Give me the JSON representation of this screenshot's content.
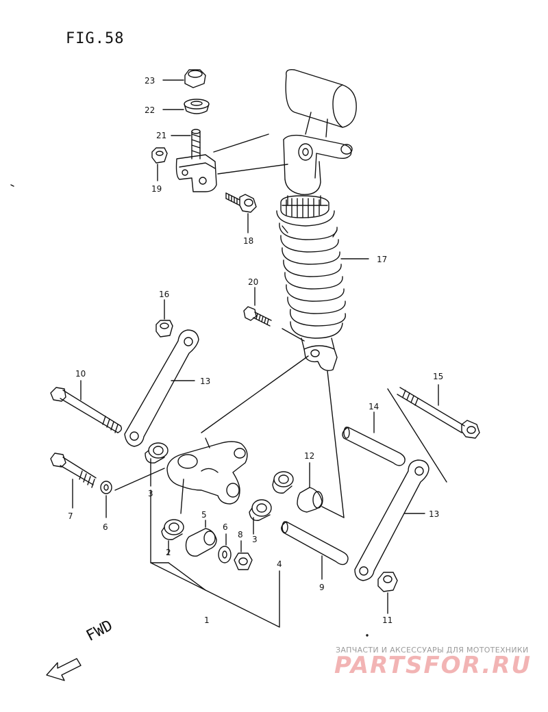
{
  "figure": {
    "title": "FIG.58",
    "fwd_label": "FWD"
  },
  "watermark": {
    "line1": "ЗАПЧАСТИ И АКСЕССУАРЫ ДЛЯ МОТОТЕХНИКИ",
    "line2": "PARTSFOR.RU"
  },
  "callouts": [
    "23",
    "22",
    "21",
    "19",
    "18",
    "17",
    "20",
    "16",
    "10",
    "13",
    "15",
    "14",
    "12",
    "3",
    "7",
    "6",
    "2",
    "5",
    "6",
    "8",
    "3",
    "4",
    "9",
    "13",
    "11",
    "1"
  ],
  "colors": {
    "ink": "#111111",
    "watermark_text": "#f2b4b4"
  }
}
